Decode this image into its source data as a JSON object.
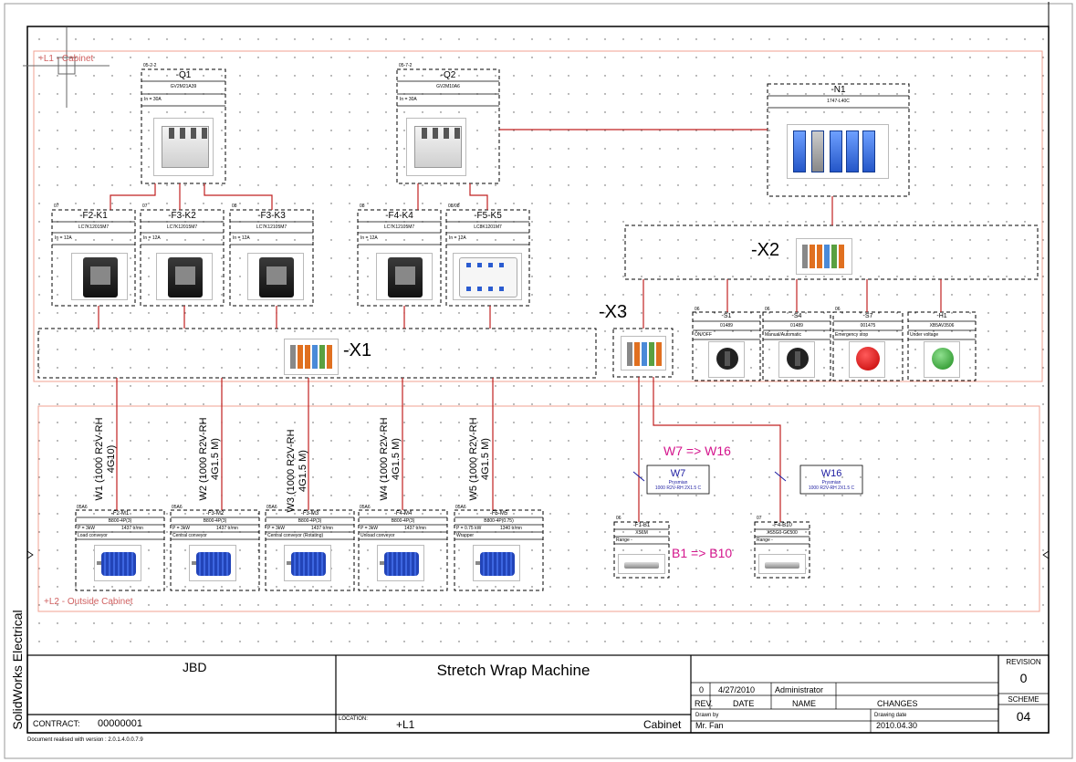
{
  "side_label": "SolidWorks Electrical",
  "zones": {
    "cabinet": "+L1 - Cabinet",
    "outside": "+L2 - Outside Cabinet"
  },
  "breakers": [
    {
      "ref": "05-2-2",
      "tag": "-Q1",
      "part": "GV2M21A39",
      "rating": "In = 30A"
    },
    {
      "ref": "05-7-2",
      "tag": "-Q2",
      "part": "GV2M10A6",
      "rating": "In = 30A"
    }
  ],
  "plc": {
    "tag": "-N1",
    "part": "1747-L40C"
  },
  "contactors": [
    {
      "ref": "07",
      "tag": "-F2-K1",
      "part": "LC7K12015M7",
      "rating": "In = 12A"
    },
    {
      "ref": "07",
      "tag": "-F3-K2",
      "part": "LC7K12015M7",
      "rating": "In = 12A"
    },
    {
      "ref": "08",
      "tag": "-F3-K3",
      "part": "LC7K12105M7",
      "rating": "In = 12A"
    },
    {
      "ref": "08",
      "tag": "-F4-K4",
      "part": "LC7K12105M7",
      "rating": "In = 12A"
    },
    {
      "ref": "08/08",
      "tag": "-F5-K5",
      "part": "LC8K1201M7",
      "rating": "In = 12A"
    }
  ],
  "terminals": {
    "x1": "-X1",
    "x2": "-X2",
    "x3": "-X3"
  },
  "buttons": [
    {
      "ref": "06",
      "tag": "-S1",
      "part": "01489",
      "desc": "ON/OFF"
    },
    {
      "ref": "06",
      "tag": "-S4",
      "part": "01489",
      "desc": "Manual/Automatic"
    },
    {
      "ref": "06",
      "tag": "-S7",
      "part": "001475",
      "desc": "Emergency stop"
    },
    {
      "ref": "",
      "tag": "-H1",
      "part": "XB5AV3506",
      "desc": "Under voltage"
    }
  ],
  "cables": [
    {
      "line1": "W1 (1000 R2V-RH",
      "line2": "4G10)"
    },
    {
      "line1": "W2 (1000 R2V-RH",
      "line2": "4G1.5 M)"
    },
    {
      "line1": "W3 (1000 R2V-RH",
      "line2": "4G1.5 M)"
    },
    {
      "line1": "W4 (1000 R2V-RH",
      "line2": "4G1.5 M)"
    },
    {
      "line1": "W5 (1000 R2V-RH",
      "line2": "4G1.5 M)"
    }
  ],
  "motors": [
    {
      "ref": "05A6",
      "tag": "-F2-M1",
      "part": "B800-4P(3)",
      "power": "P = 3kW",
      "speed": "1437 tr/mn",
      "desc": "Load conveyor"
    },
    {
      "ref": "05A6",
      "tag": "-F3-M2",
      "part": "B800-4P(3)",
      "power": "P = 3kW",
      "speed": "1437 tr/mn",
      "desc": "Central conveyor"
    },
    {
      "ref": "05A6",
      "tag": "-F3-M3",
      "part": "B800-4P(3)",
      "power": "P = 3kW",
      "speed": "1437 tr/mn",
      "desc": "Central conveyor (Rotating)"
    },
    {
      "ref": "05A6",
      "tag": "-F4-M4",
      "part": "B800-4P(3)",
      "power": "P = 3kW",
      "speed": "1437 tr/mn",
      "desc": "Unload conveyor"
    },
    {
      "ref": "05A6",
      "tag": "-F5-M5",
      "part": "B800-4P(0.75)",
      "power": "P = 0.75 kW",
      "speed": "1340 tr/mn",
      "desc": "Wrapper"
    }
  ],
  "sensor_cables": [
    {
      "tag": "W7",
      "brand": "Prysmian",
      "spec": "1000 R2V-RH 2X1.5 C"
    },
    {
      "tag": "W16",
      "brand": "Prysmian",
      "spec": "1000 R2V-RH 2X1.5 C"
    }
  ],
  "sensors": [
    {
      "ref": "06",
      "tag": "-F1-B1",
      "part": "XS1M",
      "range": "Range -"
    },
    {
      "ref": "07",
      "tag": "-F4-B10",
      "part": "XS5G0-GC500",
      "range": "Range -"
    }
  ],
  "annotations": {
    "cables_range": "W7 => W16",
    "sensors_range": "B1 => B10"
  },
  "title_block": {
    "company": "JBD",
    "title": "Stretch Wrap Machine",
    "contract_label": "CONTRACT:",
    "contract_value": "00000001",
    "location_label": "LOCATION:",
    "location_value": "+L1",
    "location_desc": "Cabinet",
    "rev_row": {
      "rev": "0",
      "date": "4/27/2010",
      "name": "Administrator"
    },
    "headers": {
      "rev": "REV.",
      "date": "DATE",
      "name": "NAME",
      "changes": "CHANGES"
    },
    "drawn_by_label": "Drawn by",
    "drawn_by": "Mr. Fan",
    "drawing_date_label": "Drawing date",
    "drawing_date": "2010.04.30",
    "revision_label": "REVISION",
    "revision": "0",
    "scheme_label": "SCHEME",
    "scheme": "04",
    "version_note": "Document realised with version : 2.0.1.4.0.0.7.9"
  }
}
